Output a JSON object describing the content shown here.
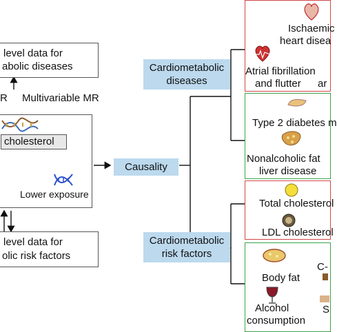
{
  "left": {
    "top_box": [
      "level data for",
      "abolic diseases"
    ],
    "mr_left": "R",
    "mr_label": "Multivariable MR",
    "exposure_label": "cholesterol",
    "lower_exposure": "Lower exposure",
    "bottom_box": [
      "level data for",
      "olic risk factors"
    ]
  },
  "center": {
    "causality": "Causality"
  },
  "categories": {
    "diseases": [
      "Cardiometabolic",
      "diseases"
    ],
    "risk_factors": [
      "Cardiometabolic",
      "risk factors"
    ]
  },
  "right": {
    "ihd": [
      "Ischaemic",
      "heart disea"
    ],
    "af": [
      "Atrial fibrillation",
      "and flutter"
    ],
    "af_extra": "ar",
    "t2d": "Type 2 diabetes m",
    "nafld": [
      "Nonalcoholic fat",
      "liver disease"
    ],
    "total_chol": "Total cholesterol",
    "ldl": "LDL cholesterol",
    "body_fat": "Body fat",
    "crp": "C-",
    "alcohol": [
      "Alcohol",
      "consumption"
    ],
    "s_label": "S"
  },
  "colors": {
    "category_fill": "#bcd9ee",
    "green": "#3aa34a",
    "red": "#d24545",
    "dna": "#2a4fd0"
  }
}
